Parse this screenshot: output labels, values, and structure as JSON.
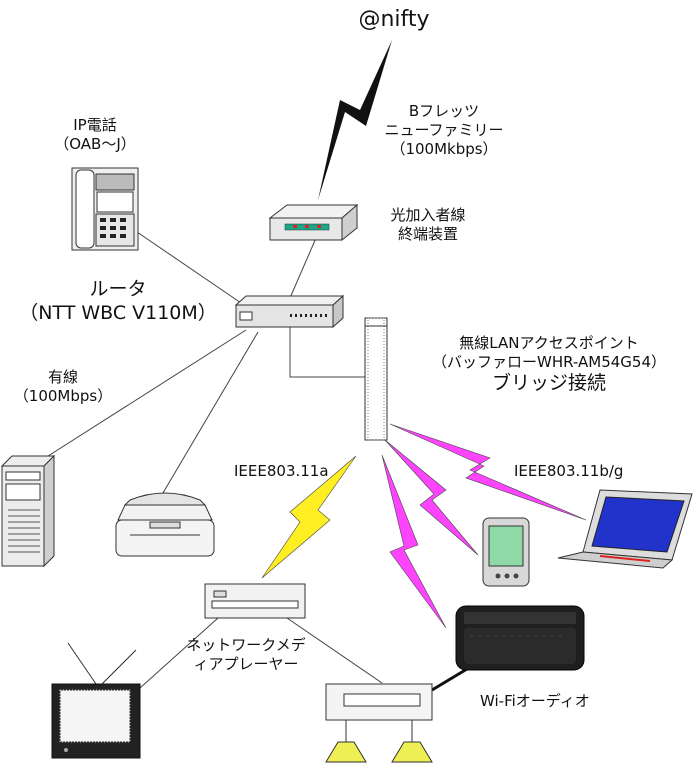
{
  "internet": {
    "label": "@nifty"
  },
  "uplink": {
    "line1": "Bフレッツ",
    "line2": "ニューファミリー",
    "line3": "（100Mkbps）"
  },
  "onu": {
    "line1": "光加入者線",
    "line2": "終端装置"
  },
  "ip_phone": {
    "line1": "IP電話",
    "line2": "（OAB～J）"
  },
  "router": {
    "line1": "ルータ",
    "line2": "（NTT WBC V110M）"
  },
  "wired": {
    "line1": "有線",
    "line2": "（100Mbps）"
  },
  "access_point": {
    "line1": "無線LANアクセスポイント",
    "line2": "（バッファローWHR-AM54G54）",
    "line3": "ブリッジ接続"
  },
  "wifi_a": {
    "label": "IEEE803.11a",
    "color": "#ffee22"
  },
  "wifi_bg": {
    "label": "IEEE803.11b/g",
    "color": "#ff44ff"
  },
  "media_player": {
    "line1": "ネットワークメデ",
    "line2": "ィアプレーヤー"
  },
  "wifi_audio": {
    "label": "Wi-Fiオーディオ"
  },
  "colors": {
    "lightning_dark": "#111111",
    "screen_blue": "#2233cc",
    "pda_green": "#8fd9a8",
    "onu_teal": "#1aa88a"
  }
}
